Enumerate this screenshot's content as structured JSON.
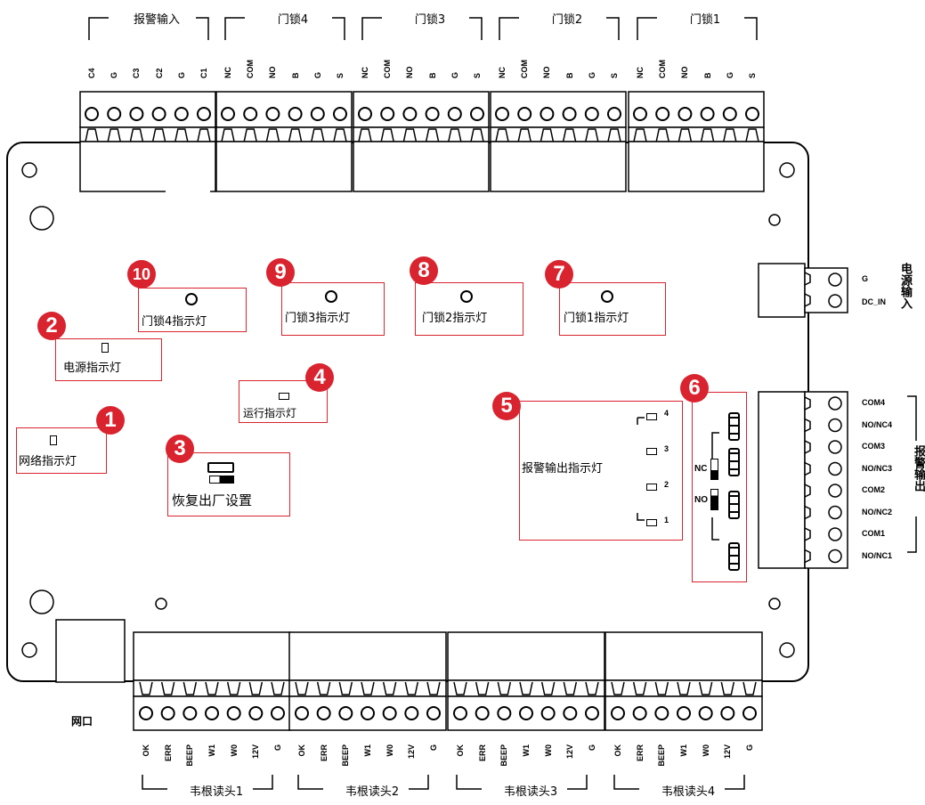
{
  "top_groups": [
    {
      "name": "报警输入",
      "pins": [
        "C4",
        "G",
        "C3",
        "C2",
        "G",
        "C1"
      ]
    },
    {
      "name": "门锁4",
      "pins": [
        "NC",
        "COM",
        "NO",
        "B",
        "G",
        "S"
      ]
    },
    {
      "name": "门锁3",
      "pins": [
        "NC",
        "COM",
        "NO",
        "B",
        "G",
        "S"
      ]
    },
    {
      "name": "门锁2",
      "pins": [
        "NC",
        "COM",
        "NO",
        "B",
        "G",
        "S"
      ]
    },
    {
      "name": "门锁1",
      "pins": [
        "NC",
        "COM",
        "NO",
        "B",
        "G",
        "S"
      ]
    }
  ],
  "bottom_groups": [
    {
      "name": "韦根读头1",
      "pins": [
        "OK",
        "ERR",
        "BEEP",
        "W1",
        "W0",
        "12V",
        "G"
      ]
    },
    {
      "name": "韦根读头2",
      "pins": [
        "OK",
        "ERR",
        "BEEP",
        "W1",
        "W0",
        "12V",
        "G"
      ]
    },
    {
      "name": "韦根读头3",
      "pins": [
        "OK",
        "ERR",
        "BEEP",
        "W1",
        "W0",
        "12V",
        "G"
      ]
    },
    {
      "name": "韦根读头4",
      "pins": [
        "OK",
        "ERR",
        "BEEP",
        "W1",
        "W0",
        "12V",
        "G"
      ]
    }
  ],
  "network_port_label": "网口",
  "power_input": {
    "title": "电源输入",
    "pins": [
      "G",
      "DC_IN"
    ]
  },
  "alarm_output": {
    "title": "报警输出",
    "pins": [
      "COM4",
      "NO/NC4",
      "COM3",
      "NO/NC3",
      "COM2",
      "NO/NC2",
      "COM1",
      "NO/NC1"
    ]
  },
  "callouts": [
    {
      "num": "1",
      "label": "网络指示灯"
    },
    {
      "num": "2",
      "label": "电源指示灯"
    },
    {
      "num": "3",
      "label": "恢复出厂设置"
    },
    {
      "num": "4",
      "label": "运行指示灯"
    },
    {
      "num": "5",
      "label": "报警输出指示灯",
      "leds": [
        "4",
        "3",
        "2",
        "1"
      ]
    },
    {
      "num": "6",
      "nc": "NC",
      "no": "NO"
    },
    {
      "num": "7",
      "label": "门锁1指示灯"
    },
    {
      "num": "8",
      "label": "门锁2指示灯"
    },
    {
      "num": "9",
      "label": "门锁3指示灯"
    },
    {
      "num": "10",
      "label": "门锁4指示灯"
    }
  ],
  "colors": {
    "accent": "#d9232e",
    "line": "#000000"
  }
}
